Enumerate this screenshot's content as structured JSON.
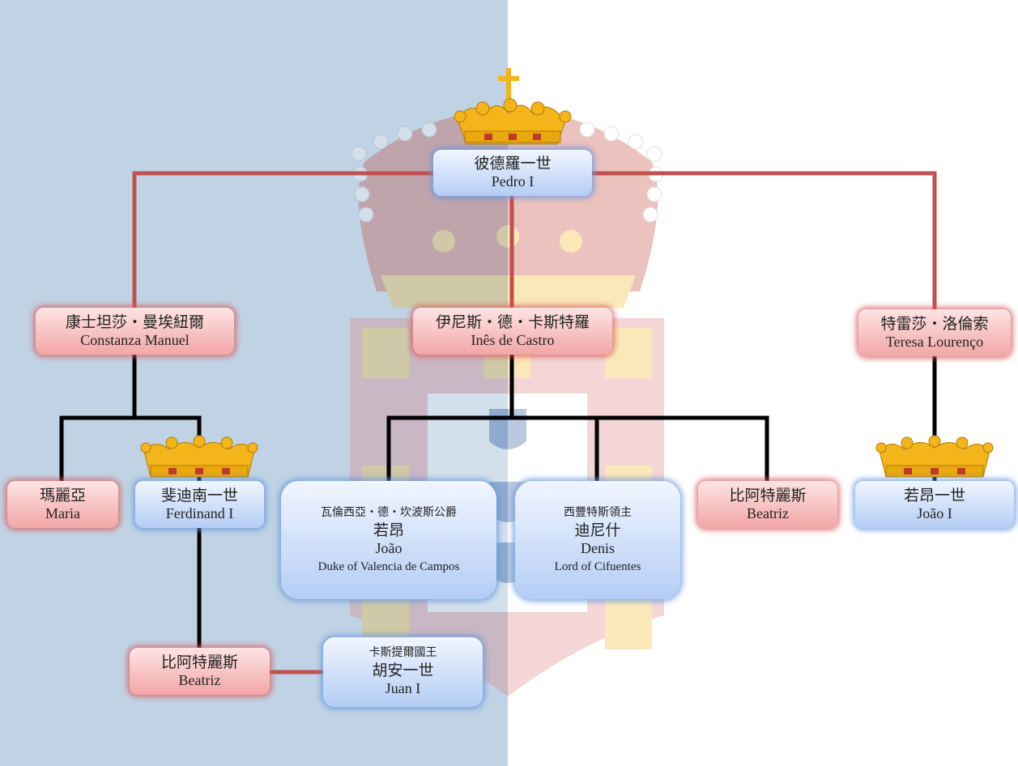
{
  "colors": {
    "background_left": "#c0d3e5",
    "background_right": "#ffffff",
    "line_red": "#c0504d",
    "line_black": "#000000",
    "node_pink": "#f4aaaa",
    "node_blue": "#b6cef5",
    "crown_gold": "#f3b51a",
    "crown_gem_red": "#c0392b"
  },
  "nodes": {
    "pedro": {
      "zh": "彼德羅一世",
      "en": "Pedro I"
    },
    "constanza": {
      "zh": "康士坦莎・曼埃紐爾",
      "en": "Constanza Manuel"
    },
    "ines": {
      "zh": "伊尼斯・德・卡斯特羅",
      "en": "Inês de Castro"
    },
    "teresa": {
      "zh": "特雷莎・洛倫索",
      "en": "Teresa Lourenço"
    },
    "maria": {
      "zh": "瑪麗亞",
      "en": "Maria"
    },
    "ferdinand": {
      "zh": "斐迪南一世",
      "en": "Ferdinand I"
    },
    "joao_valencia": {
      "title": "瓦倫西亞・德・坎波斯公爵",
      "zh": "若昂",
      "en": "João",
      "subtitle": "Duke of Valencia de Campos"
    },
    "denis": {
      "title": "西豐特斯領主",
      "zh": "迪尼什",
      "en": "Denis",
      "subtitle": "Lord of Cifuentes"
    },
    "beatriz_ines": {
      "zh": "比阿特麗斯",
      "en": "Beatriz"
    },
    "joao_i": {
      "zh": "若昂一世",
      "en": "João I"
    },
    "beatriz_ferdinand": {
      "zh": "比阿特麗斯",
      "en": "Beatriz"
    },
    "juan": {
      "title": "卡斯提爾國王",
      "zh": "胡安一世",
      "en": "Juan I"
    }
  }
}
